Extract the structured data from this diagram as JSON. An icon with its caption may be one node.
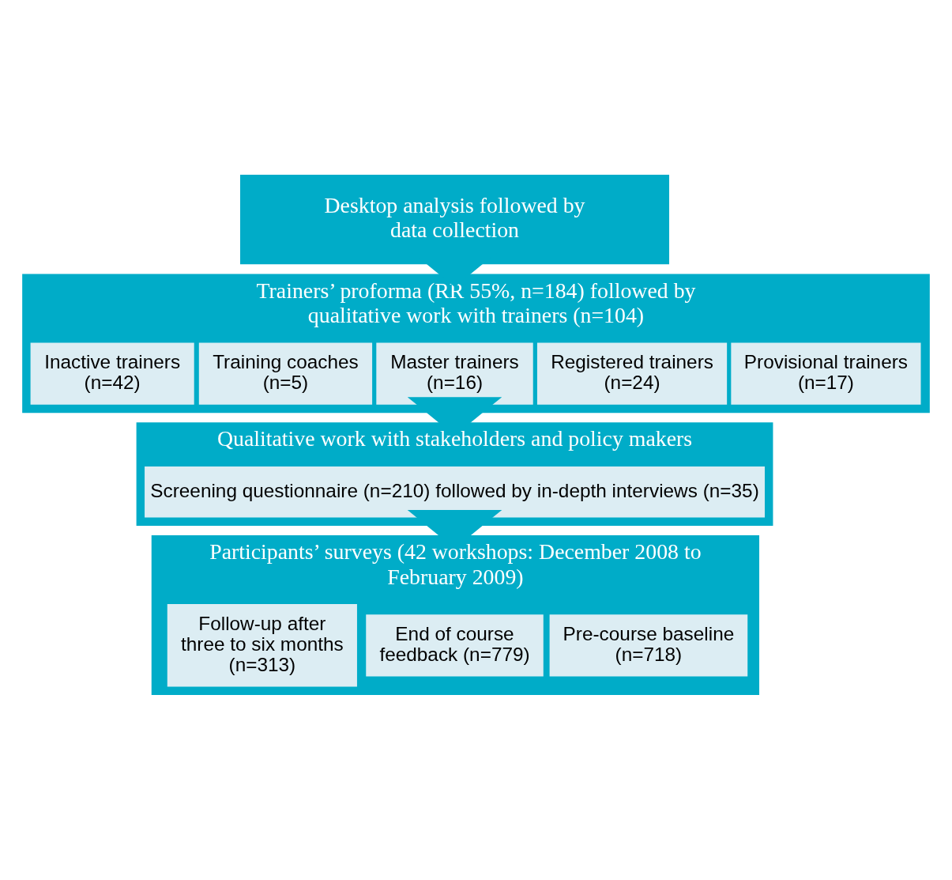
{
  "diagram": {
    "nodes": [
      {
        "text": [
          "Desktop analysis followed by data collection"
        ]
      },
      {
        "text": [
          "Trainers’ proforma (RR 55%, n=184) followed by qualitative work with trainers (n=104)"
        ]
      },
      {
        "text": [
          "Provisional trainers (n=17)"
        ],
        "in": 1
      },
      {
        "text": [
          "Registered trainers (n=24)"
        ],
        "in": 1
      },
      {
        "text": [
          "Master trainers (n=16)"
        ],
        "in": 1
      },
      {
        "text": [
          "Training coaches (n=5)"
        ],
        "in": 1
      },
      {
        "text": [
          "Inactive trainers (n=42)"
        ],
        "in": 1
      },
      {
        "text": [
          "Qualitative work with stakeholders and policy makers"
        ]
      },
      {
        "text": [
          "Screening questionnaire (n=210) followed by in-depth interviews (n=35)"
        ],
        "in": 7
      },
      {
        "text": [
          "Participants’ surveys (42 workshops: December 2008 to February 2009)"
        ]
      },
      {
        "text": [
          "Pre-course baseline (n=718)"
        ],
        "in": 9
      },
      {
        "text": [
          "End of course feedback (n=779)"
        ],
        "in": 9
      },
      {
        "text": [
          "Follow-up after three to six months (n=313)"
        ],
        "in": 9
      }
    ],
    "edges": [
      {
        "from": 0,
        "to": 1,
        "arrow": "to",
        "style": "thick"
      },
      {
        "from": 1,
        "to": 7,
        "arrow": "to",
        "style": "thick"
      },
      {
        "from": 7,
        "to": 9,
        "arrow": "to",
        "style": "thick"
      }
    ]
  }
}
